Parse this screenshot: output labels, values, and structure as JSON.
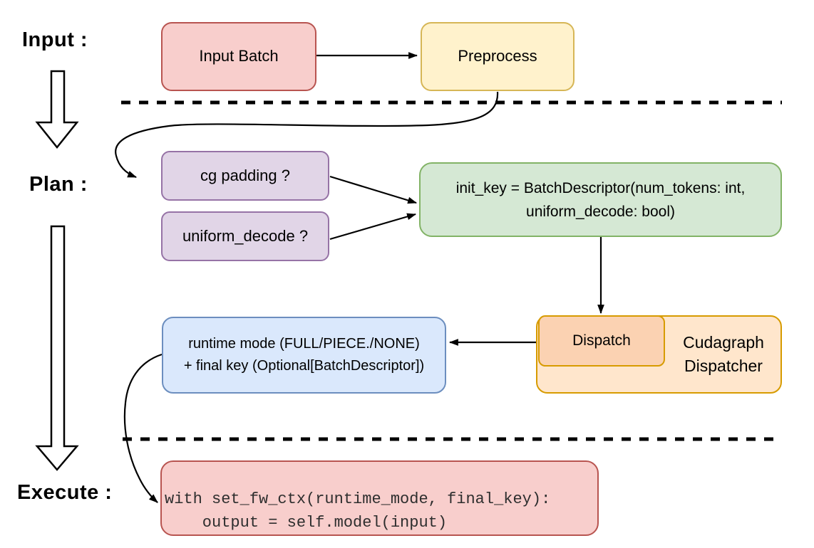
{
  "stage_labels": {
    "input": "Input :",
    "plan": "Plan :",
    "execute": "Execute :"
  },
  "nodes": {
    "input_batch": "Input Batch",
    "preprocess": "Preprocess",
    "cg_padding": "cg padding ?",
    "uniform_decode": "uniform_decode ?",
    "init_key": {
      "line1": "init_key = BatchDescriptor(num_tokens: int,",
      "line2": "uniform_decode: bool)"
    },
    "runtime": {
      "line1": "runtime mode (FULL/PIECE./NONE)",
      "line2": "+ final key (Optional[BatchDescriptor])"
    },
    "dispatch": "Dispatch",
    "dispatcher": {
      "line1": "Cudagraph",
      "line2": "Dispatcher"
    },
    "execute_code": {
      "line1": "with set_fw_ctx(runtime_mode, final_key):",
      "line2": "    output = self.model(input)"
    }
  },
  "colors": {
    "red_fill": "#f8cecc",
    "red_stroke": "#b85450",
    "yellow_fill": "#fff2cc",
    "yellow_stroke": "#d6b656",
    "purple_fill": "#e1d5e7",
    "purple_stroke": "#9673a6",
    "green_fill": "#d5e8d4",
    "green_stroke": "#82b366",
    "blue_fill": "#dae8fc",
    "blue_stroke": "#6c8ebf",
    "orange_fill": "#ffe6cc",
    "orange_stroke": "#d79b00",
    "dispatch_fill": "#fbd2b2",
    "line_color": "#000000",
    "code_text": "#2e2e2e"
  }
}
